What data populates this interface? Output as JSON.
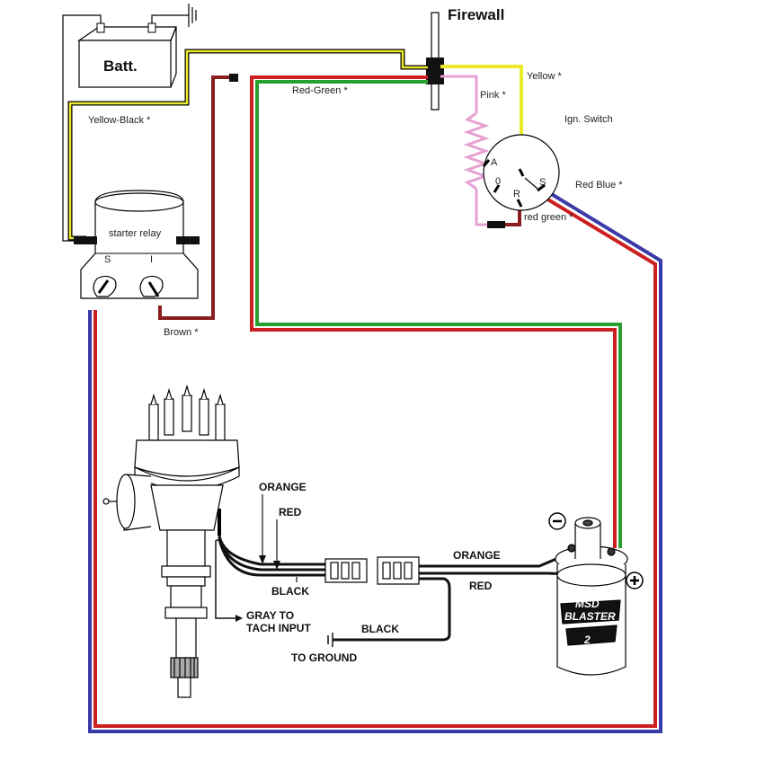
{
  "labels": {
    "battery": "Batt.",
    "firewall": "Firewall",
    "yellow_black": "Yellow-Black *",
    "red_green_top": "Red-Green *",
    "yellow": "Yellow *",
    "pink": "Pink *",
    "ign_switch": "Ign. Switch",
    "red_blue": "Red Blue *",
    "red_green_switch": "red green *",
    "starter_relay": "starter relay",
    "relay_s": "S",
    "relay_i": "I",
    "brown": "Brown *",
    "switch_a": "A",
    "switch_0": "0",
    "switch_r": "R",
    "switch_s": "S",
    "orange_dist": "ORANGE",
    "red_dist": "RED",
    "black_dist": "BLACK",
    "gray_tach_1": "GRAY TO",
    "gray_tach_2": "TACH INPUT",
    "orange_coil": "ORANGE",
    "red_coil": "RED",
    "black_ground": "BLACK",
    "to_ground": "TO GROUND",
    "coil_msd": "MSD",
    "coil_blaster": "BLASTER",
    "coil_2": "2",
    "coil_minus": "−",
    "coil_plus": "+"
  },
  "colors": {
    "red": "#cc1f1f",
    "blue": "#3a3aa8",
    "green": "#27a030",
    "yellow": "#eaea2a",
    "pink": "#e6a2d2",
    "brown": "#8a1d1d",
    "black": "#111111"
  }
}
